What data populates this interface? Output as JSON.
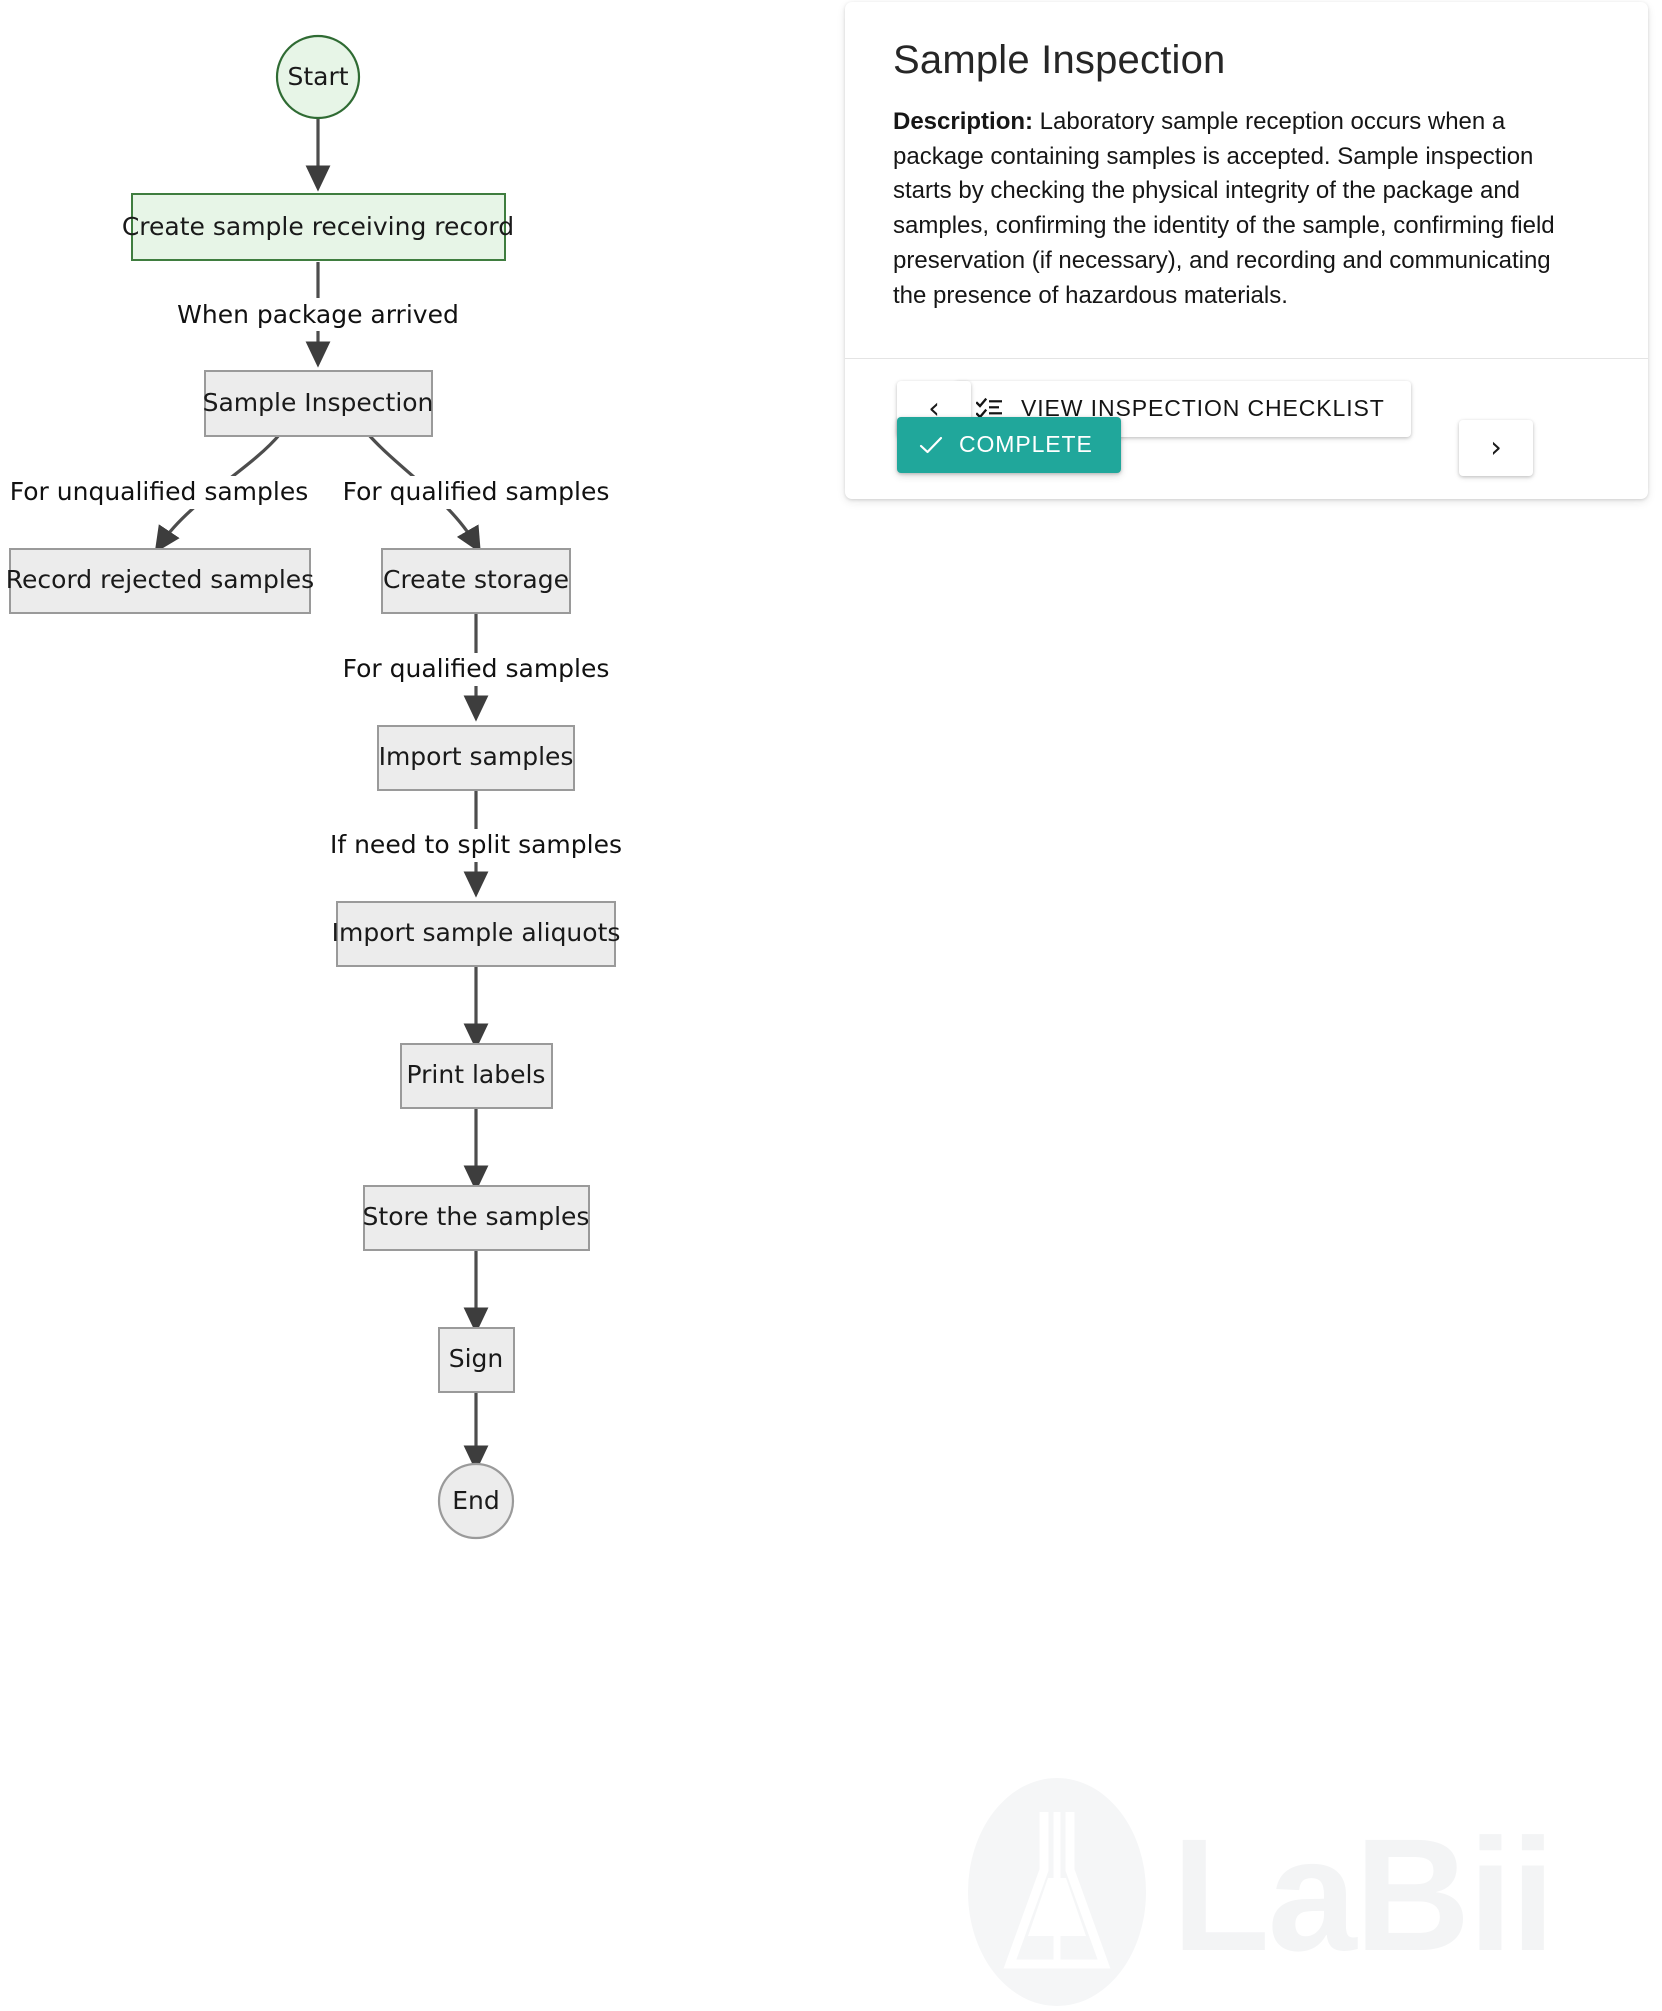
{
  "flowchart": {
    "nodes": [
      {
        "id": "start",
        "label": "Start",
        "shape": "circle",
        "style": "green"
      },
      {
        "id": "create",
        "label": "Create sample receiving record",
        "shape": "rect",
        "style": "green"
      },
      {
        "id": "inspect",
        "label": "Sample Inspection",
        "shape": "rect",
        "style": "grey"
      },
      {
        "id": "reject",
        "label": "Record rejected samples",
        "shape": "rect",
        "style": "grey"
      },
      {
        "id": "storage",
        "label": "Create storage",
        "shape": "rect",
        "style": "grey"
      },
      {
        "id": "import",
        "label": "Import samples",
        "shape": "rect",
        "style": "grey"
      },
      {
        "id": "aliquot",
        "label": "Import sample aliquots",
        "shape": "rect",
        "style": "grey"
      },
      {
        "id": "print",
        "label": "Print labels",
        "shape": "rect",
        "style": "grey"
      },
      {
        "id": "store",
        "label": "Store the samples",
        "shape": "rect",
        "style": "grey"
      },
      {
        "id": "sign",
        "label": "Sign",
        "shape": "rect",
        "style": "grey"
      },
      {
        "id": "end",
        "label": "End",
        "shape": "circle",
        "style": "grey"
      }
    ],
    "edge_labels": {
      "create_to_inspect": "When package arrived",
      "inspect_to_reject": "For unqualified samples",
      "inspect_to_storage": "For qualified samples",
      "storage_to_import": "For qualified samples",
      "import_to_aliquot": "If need to split samples"
    }
  },
  "detail_card": {
    "title": "Sample Inspection",
    "description_key": "Description:",
    "description_text": " Laboratory sample reception occurs when a package containing samples is accepted. Sample inspection starts by checking the physical integrity of the package and samples, confirming the identity of the sample, confirming field preservation (if necessary), and recording and communicating the presence of hazardous materials.",
    "buttons": {
      "prev": "‹",
      "next": "›",
      "checklist": "VIEW INSPECTION CHECKLIST",
      "complete": "COMPLETE"
    },
    "accent_color": "#20a79b"
  },
  "watermark": {
    "text": "LaBii",
    "color": "#f3f4f5"
  }
}
